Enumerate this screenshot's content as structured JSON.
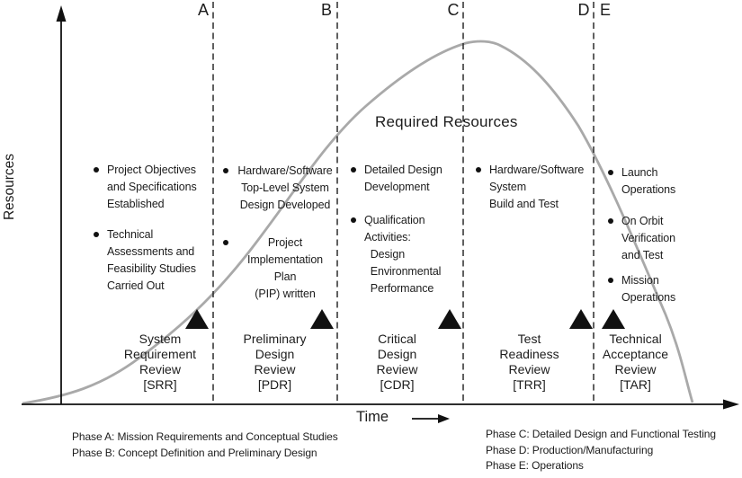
{
  "axes": {
    "y_label": "Resources",
    "x_label": "Time"
  },
  "curve_label": "Required Resources",
  "colors": {
    "curve": "#a9a9a9",
    "ink": "#1c1c1c"
  },
  "phases": [
    {
      "letter": "A",
      "bullets": [
        "Project Objectives\nand Specifications\nEstablished",
        "Technical\nAssessments and\nFeasibility Studies\nCarried Out"
      ],
      "review": "System\nRequirement\nReview\n[SRR]"
    },
    {
      "letter": "B",
      "bullets": [
        "Hardware/Software\nTop-Level System\nDesign Developed",
        "Project\nImplementation\nPlan\n(PIP) written"
      ],
      "review": "Preliminary\nDesign\nReview\n[PDR]"
    },
    {
      "letter": "C",
      "bullets": [
        "Detailed Design\nDevelopment",
        "Qualification\nActivities:\n  Design\n  Environmental\n  Performance"
      ],
      "review": "Critical\nDesign\nReview\n[CDR]"
    },
    {
      "letter": "D",
      "bullets": [
        "Hardware/Software\nSystem\nBuild and Test"
      ],
      "review": "Test\nReadiness\nReview\n[TRR]"
    },
    {
      "letter": "E",
      "bullets": [
        "Launch\nOperations",
        "On Orbit\nVerification\nand Test",
        "Mission\nOperations"
      ],
      "review": "Technical\nAcceptance\nReview\n[TAR]"
    }
  ],
  "footnotes_left": [
    "Phase A: Mission Requirements and Conceptual Studies",
    "Phase B: Concept Definition and Preliminary Design"
  ],
  "footnotes_right": [
    "Phase C: Detailed Design and Functional Testing",
    "Phase D: Production/Manufacturing",
    "Phase E: Operations"
  ]
}
